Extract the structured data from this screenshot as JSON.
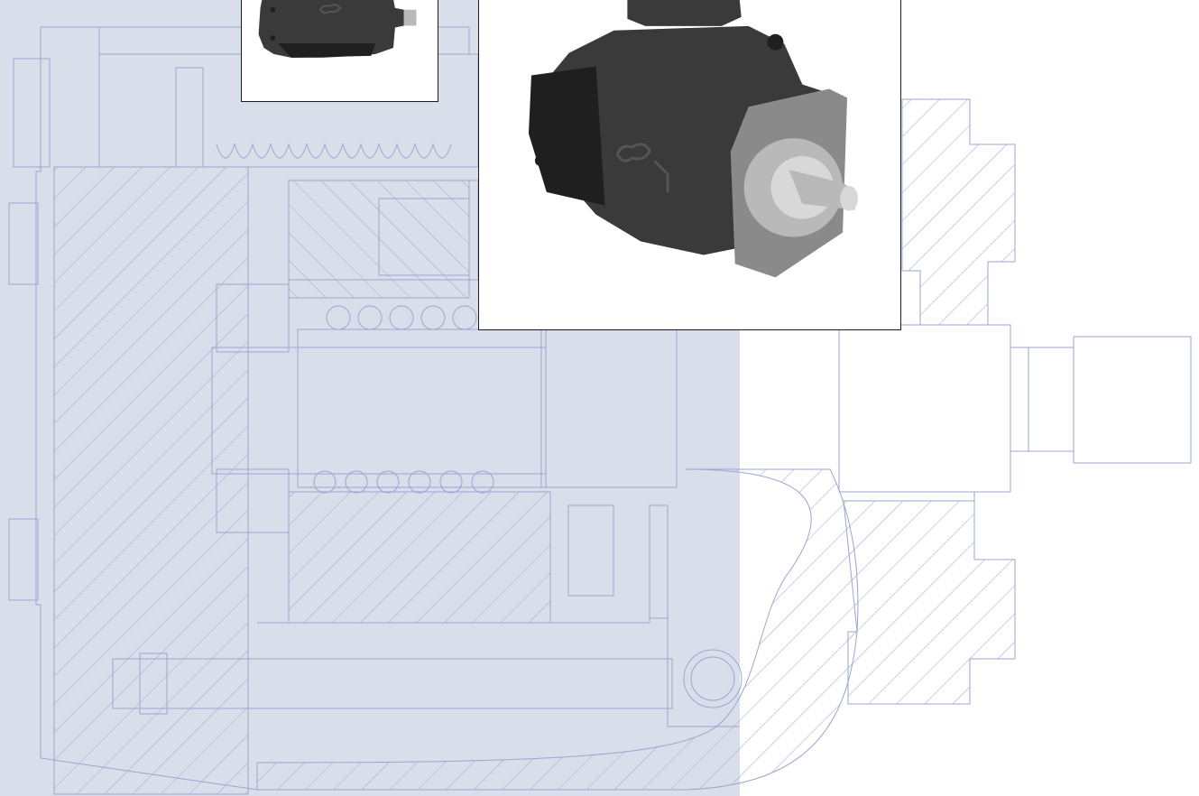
{
  "colors": {
    "panel_fill": "#d9deeb",
    "drawing_line": "#9aa6d0",
    "page_background": "#ffffff",
    "photo_frame": "#1b1b1b",
    "pump_body": "#3a3a3a",
    "pump_shadow": "#1f1f1f",
    "pump_metal": "#b9b9b9"
  },
  "images": {
    "background_drawing": "hydraulic-pump-cross-section-technical-drawing",
    "photo_small": "hydraulic-pump-photo-rear-view",
    "photo_large": "hydraulic-pump-photo-front-view-with-splined-shaft"
  }
}
